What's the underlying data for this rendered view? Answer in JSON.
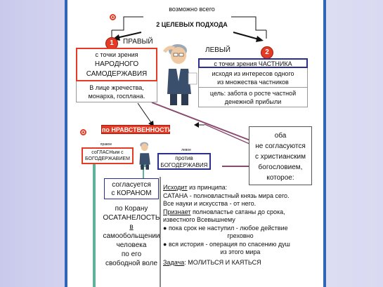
{
  "top_line1": "возможно всего",
  "top_line2": "2 ЦЕЛЕВЫХ ПОДХОДА",
  "right_approach": {
    "number": "1",
    "label": "ПРАВЫЙ",
    "box_line1": "с точки зрения",
    "box_line2": "НАРОДНОГО",
    "box_line3": "САМОДЕРЖАВИЯ",
    "sub_line1": "В лице жречества,",
    "sub_line2": "монарха, госплана."
  },
  "left_approach": {
    "number": "2",
    "label": "ЛЕВЫЙ",
    "box_line1": "с точки зрения ЧАСТНИКА",
    "line2": "исходя из интересов одного",
    "line3": "из множества частников",
    "line4": "цель: забота о росте частной",
    "line5": "денежной прибыли"
  },
  "morality": {
    "label": "по НРАВСТВЕННОСТИ",
    "right_tag": "правое",
    "right_text1": "соГЛАСНым с",
    "right_text2": "БОГОДЕРЖАВИЕМ",
    "left_tag": "левое",
    "left_text1": "против",
    "left_text2": "БОГОДЕРЖАВИЯ"
  },
  "koran_box": {
    "line1": "согласуется",
    "line2": "с КОРАНОМ"
  },
  "koran_text": {
    "line1": "по Корану",
    "line2": "ОСАТАНЕЛОСТЬ",
    "line3": "в",
    "line4": "самообольщении",
    "line5": "человека",
    "line6": "по его",
    "line7": "свободной воле"
  },
  "callout": {
    "line1": "оба",
    "line2": "не согласуются",
    "line3": "с христианским",
    "line4": "богословием,",
    "line5": "которое:"
  },
  "lower_text": {
    "l1a": "Исходит",
    "l1b": " из принципа:",
    "l2": "САТАНА - полновластный князь мира сего.",
    "l3": "Все науки и искусства - от него.",
    "l4a": "Признает",
    "l4b": " полновластье сатаны до срока,",
    "l5": "известного Всевышнему",
    "l6": "пока срок не наступил - любое действие",
    "l7": "греховно",
    "l8": "вся история - операция по спасению душ",
    "l9": "из этого мира",
    "l10a": "Задача",
    "l10b": ": МОЛИТЬСЯ И КАЯТЬСЯ"
  },
  "colors": {
    "red": "#e33b24",
    "navy": "#2a2f8f",
    "frame": "#2f66b8",
    "mauve": "#8a4a6e",
    "teal": "#5fb39a"
  }
}
